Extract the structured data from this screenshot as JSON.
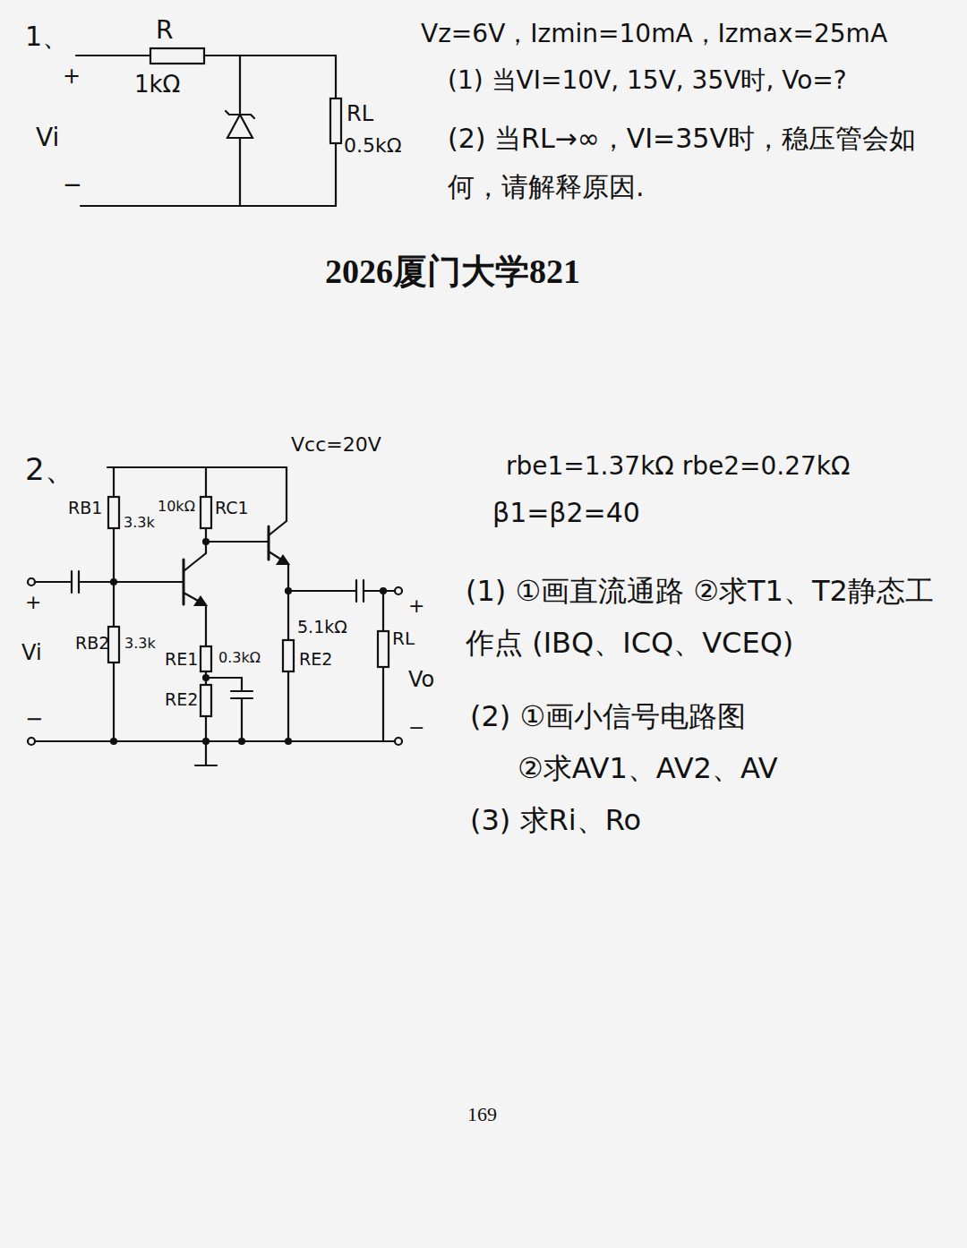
{
  "diagram": {
    "title": "2026厦门大学821",
    "labels": [
      "1、",
      "R",
      "1kΩ",
      "+",
      "Vi",
      "−",
      "RL",
      "0.5kΩ",
      "Vz=6V，Izmin=10mA，Izmax=25mA",
      "(1) 当VI=10V, 15V, 35V时, Vo=?",
      "(2) 当RL→∞，VI=35V时，稳压管会如何，请解释原因.",
      "2、",
      "Vcc=20V",
      "RB1",
      "3.3k",
      "10kΩ",
      "RC1",
      "+",
      "Vi",
      "−",
      "RB2",
      "3.3k",
      "RE1",
      "0.3kΩ",
      "RE2",
      "5.1kΩ",
      "RE2",
      "RL",
      "+",
      "Vo",
      "−",
      "rbe1=1.37kΩ  rbe2=0.27kΩ",
      "β1=β2=40",
      "(1) ①画直流通路 ②求T1、T2静态工作点 (IBQ、ICQ、VCEQ)",
      "(2) ①画小信号电路图",
      "②求AV1、AV2、AV",
      "(3) 求Ri、Ro",
      "169"
    ]
  }
}
